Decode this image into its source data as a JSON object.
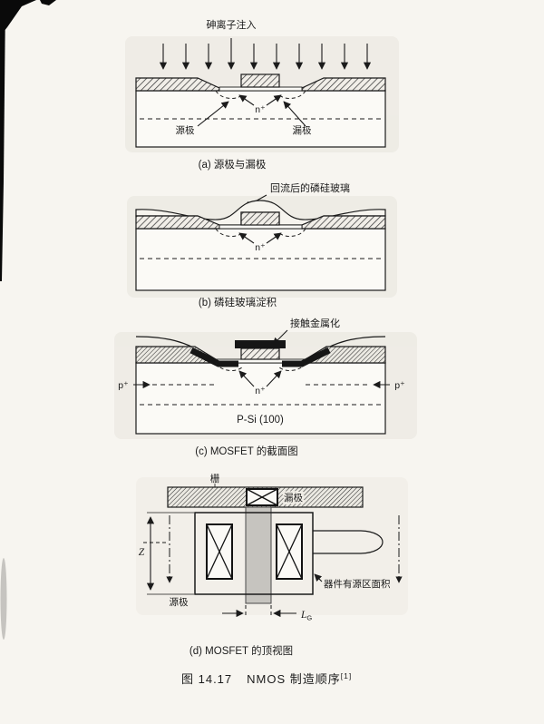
{
  "page": {
    "background": "#f7f5f0",
    "ink": "#1b1b1b"
  },
  "fig": {
    "a": {
      "ion_label": "砷离子注入",
      "n_plus": "n⁺",
      "source": "源极",
      "drain": "漏极",
      "caption": "(a) 源极与漏极"
    },
    "b": {
      "psg_label": "回流后的磷硅玻璃",
      "n_plus": "n⁺",
      "caption": "(b) 磷硅玻璃淀积"
    },
    "c": {
      "metal_label": "接触金属化",
      "p_plus": "p⁺",
      "n_plus": "n⁺",
      "substrate": "P-Si (100)",
      "caption": "(c) MOSFET 的截面图"
    },
    "d": {
      "gate": "栅",
      "drain": "漏极",
      "source": "源极",
      "z": "Z",
      "l_main": "L",
      "l_sub": "G",
      "active_area": "器件有源区面积",
      "caption": "(d) MOSFET 的顶视图"
    }
  },
  "caption": {
    "prefix": "图 14.17",
    "title": "NMOS 制造顺序",
    "ref": "[1]"
  }
}
